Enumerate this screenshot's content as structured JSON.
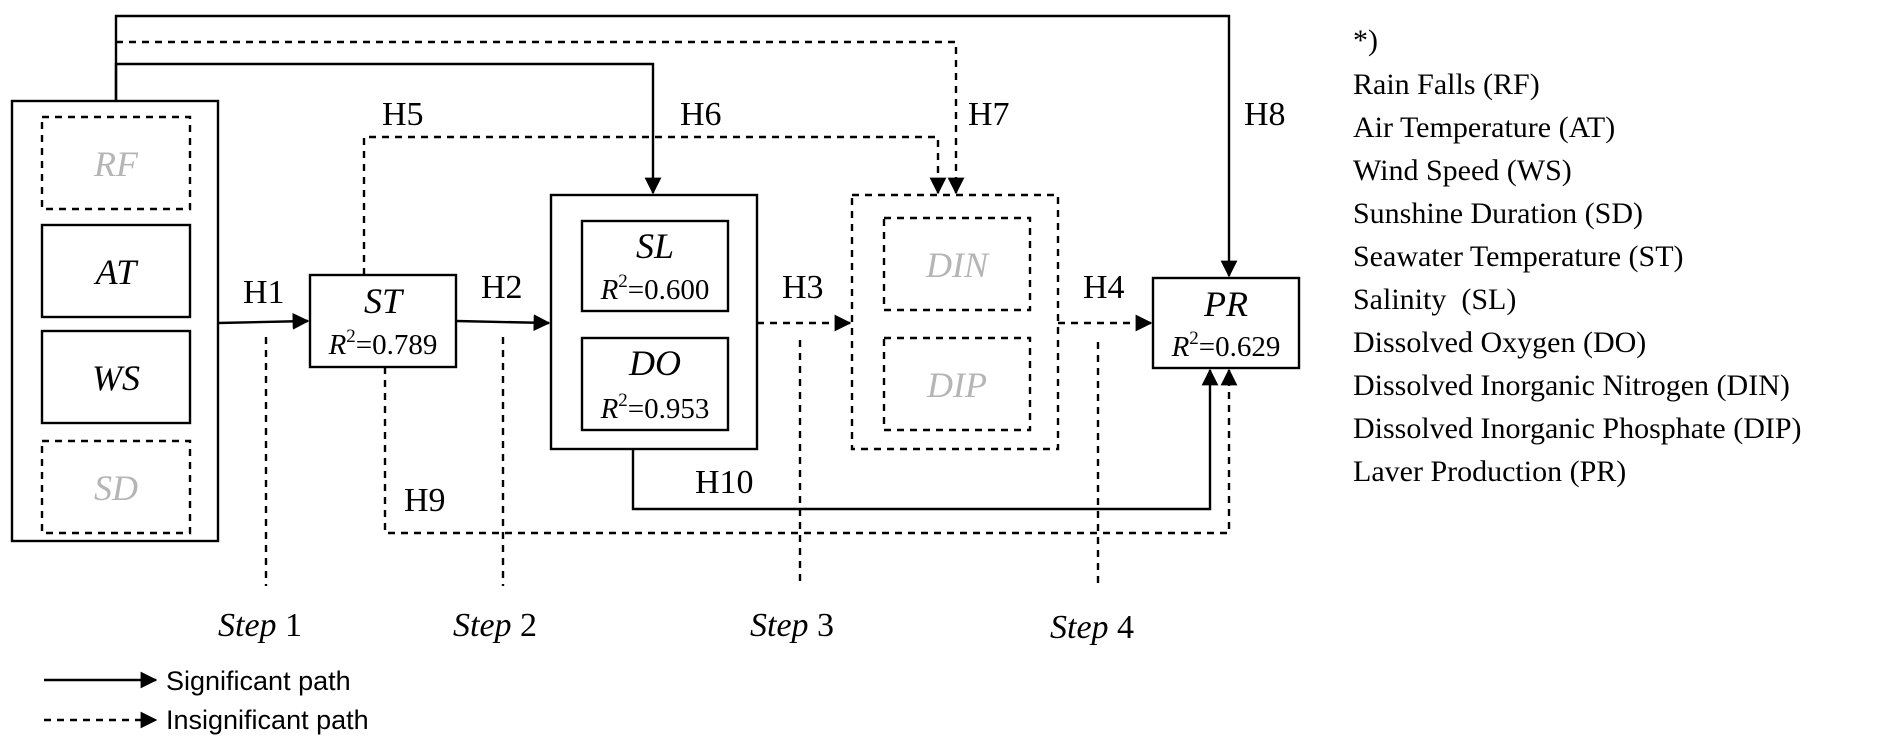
{
  "diagram": {
    "nodes": {
      "rf": {
        "label": "RF",
        "significant": false
      },
      "at": {
        "label": "AT",
        "significant": true
      },
      "ws": {
        "label": "WS",
        "significant": true
      },
      "sd": {
        "label": "SD",
        "significant": false
      },
      "st": {
        "label": "ST",
        "r2_prefix": "R",
        "r2_sup": "2",
        "r2_value": "=0.789"
      },
      "sl": {
        "label": "SL",
        "r2_prefix": "R",
        "r2_sup": "2",
        "r2_value": "=0.600"
      },
      "do": {
        "label": "DO",
        "r2_prefix": "R",
        "r2_sup": "2",
        "r2_value": "=0.953"
      },
      "din": {
        "label": "DIN",
        "significant": false
      },
      "dip": {
        "label": "DIP",
        "significant": false
      },
      "pr": {
        "label": "PR",
        "r2_prefix": "R",
        "r2_sup": "2",
        "r2_value": "=0.629"
      }
    },
    "paths": [
      {
        "id": "H1",
        "label": "H1",
        "type": "significant"
      },
      {
        "id": "H2",
        "label": "H2",
        "type": "significant"
      },
      {
        "id": "H3",
        "label": "H3",
        "type": "insignificant"
      },
      {
        "id": "H4",
        "label": "H4",
        "type": "insignificant"
      },
      {
        "id": "H5",
        "label": "H5",
        "type": "insignificant"
      },
      {
        "id": "H6",
        "label": "H6",
        "type": "significant"
      },
      {
        "id": "H7",
        "label": "H7",
        "type": "insignificant"
      },
      {
        "id": "H8",
        "label": "H8",
        "type": "significant"
      },
      {
        "id": "H9",
        "label": "H9",
        "type": "insignificant"
      },
      {
        "id": "H10",
        "label": "H10",
        "type": "significant"
      }
    ],
    "steps": [
      {
        "word": "Step",
        "num": " 1"
      },
      {
        "word": "Step",
        "num": " 2"
      },
      {
        "word": "Step",
        "num": " 3"
      },
      {
        "word": "Step",
        "num": " 4"
      }
    ]
  },
  "notes": {
    "marker": "*)",
    "items": [
      "Rain Falls (RF)",
      "Air Temperature (AT)",
      "Wind Speed (WS)",
      "Sunshine Duration (SD)",
      "Seawater Temperature (ST)",
      "Salinity  (SL)",
      "Dissolved Oxygen (DO)",
      "Dissolved Inorganic Nitrogen (DIN)",
      "Dissolved Inorganic Phosphate (DIP)",
      "Laver Production (PR)"
    ]
  },
  "legend": {
    "significant": "Significant path",
    "insignificant": "Insignificant path"
  }
}
